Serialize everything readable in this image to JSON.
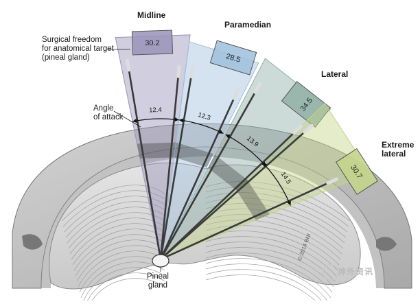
{
  "diagram": {
    "caption_surgical": "Surgical freedom\nfor anatomical target\n(pineal gland)",
    "caption_angle": "Angle\nof attack",
    "target_label": "Pineal\ngland",
    "copyright": "© 2014 BNI",
    "watermark": "神外资讯",
    "approaches": [
      {
        "key": "midline",
        "label": "Midline",
        "surgical_freedom": "30.2",
        "angle_of_attack": "12.4",
        "color": "#9a93b8"
      },
      {
        "key": "paramedian",
        "label": "Paramedian",
        "surgical_freedom": "28.5",
        "angle_of_attack": "12.3",
        "color": "#9fc0dc"
      },
      {
        "key": "lateral",
        "label": "Lateral",
        "surgical_freedom": "34.5",
        "angle_of_attack": "13.9",
        "color": "#8fb0a6"
      },
      {
        "key": "extreme",
        "label": "Extreme\nlateral",
        "surgical_freedom": "30.7",
        "angle_of_attack": "14.5",
        "color": "#c4d58a"
      }
    ]
  }
}
